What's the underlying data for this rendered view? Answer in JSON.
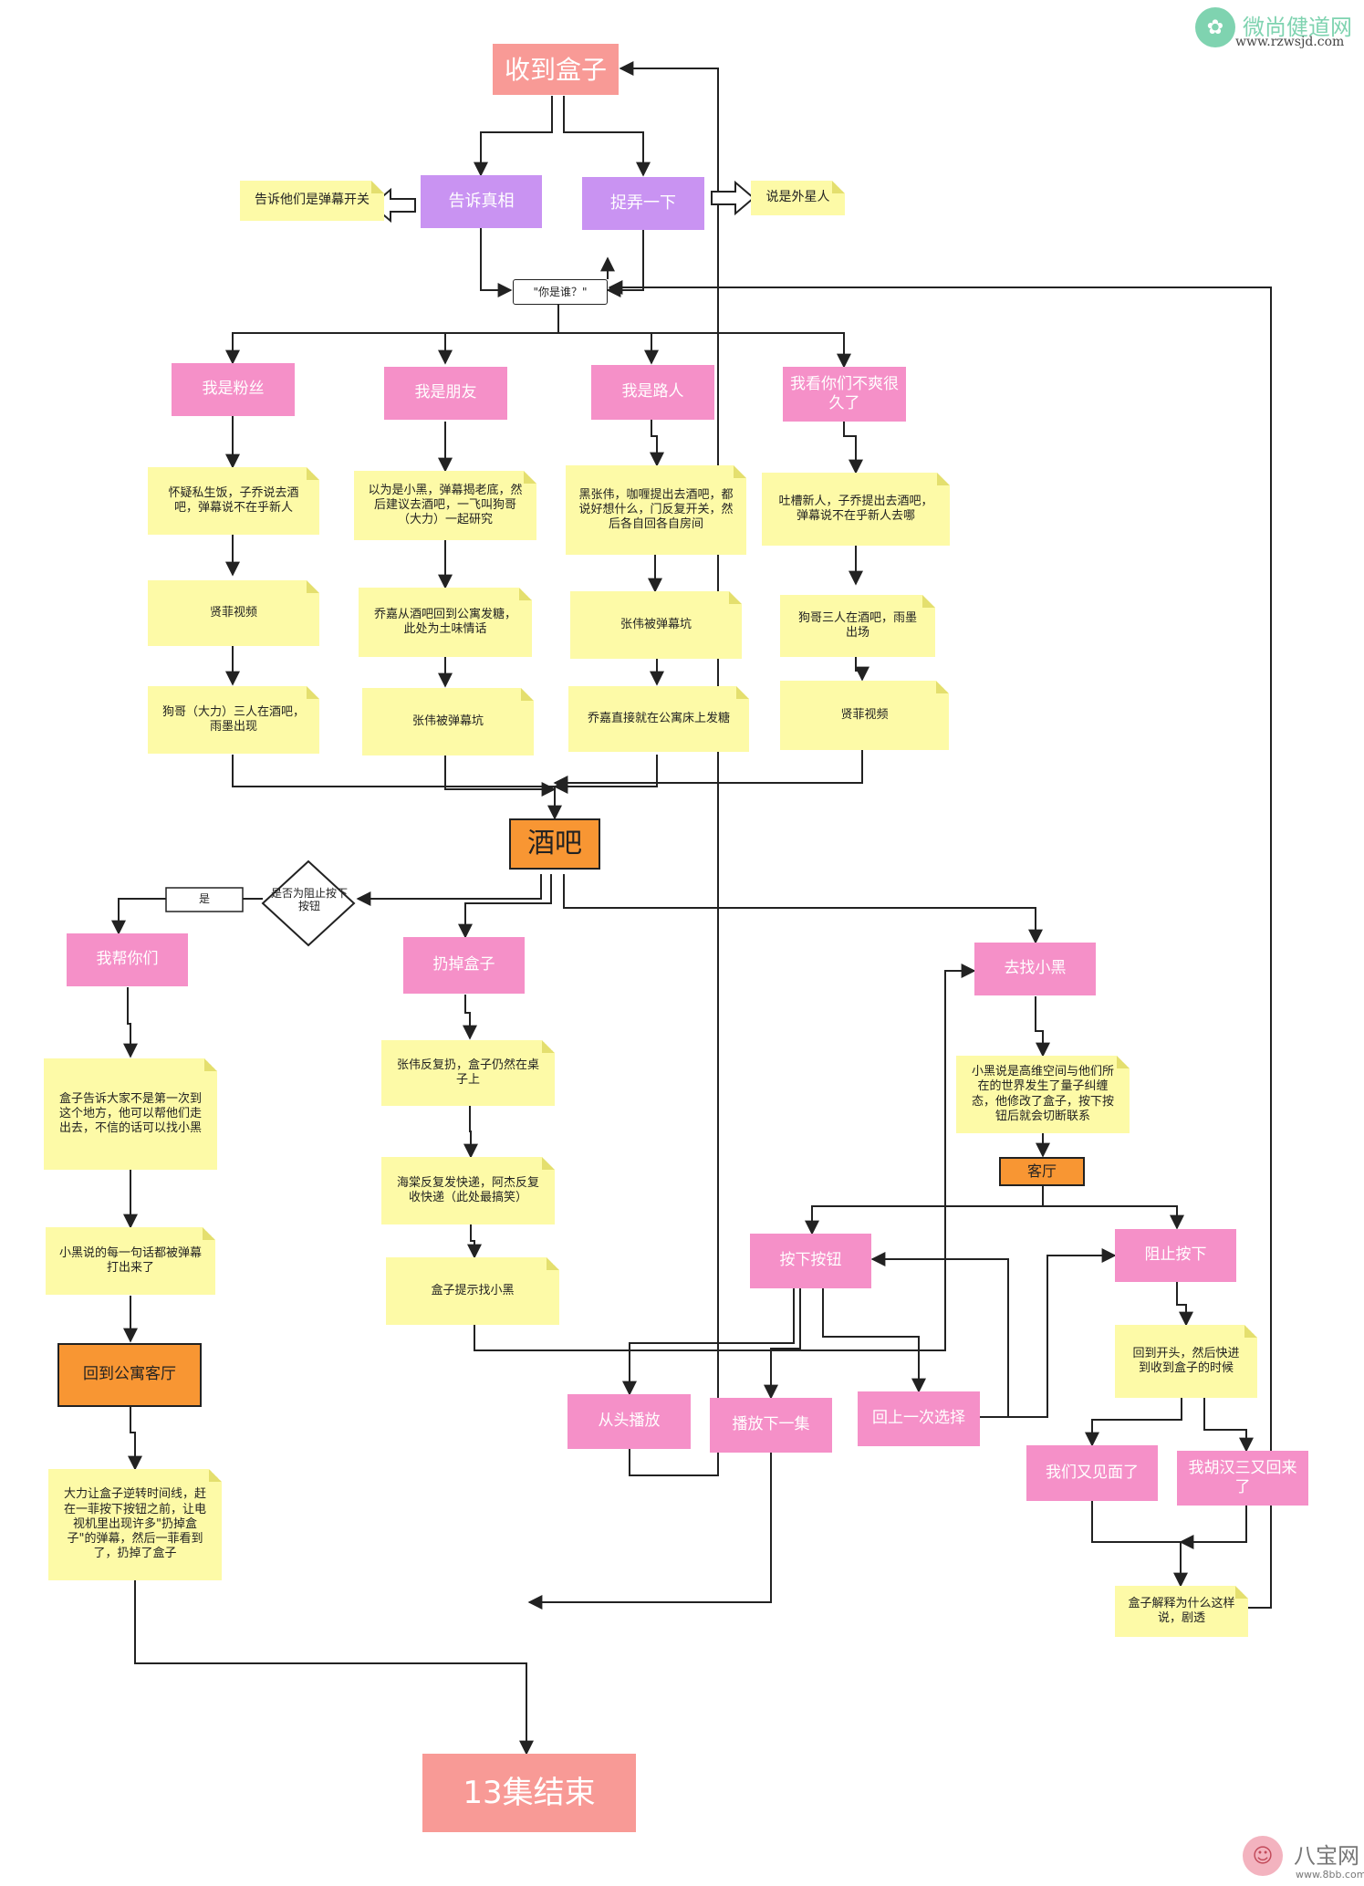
{
  "nodes": {
    "receive_box": "收到盒子",
    "tell_truth": "告诉真相",
    "tease": "捉弄一下",
    "tell_danmaku_switch": "告诉他们是弹幕开关",
    "say_alien": "说是外星人",
    "who_are_you": "\"你是谁？\"",
    "fan": "我是粉丝",
    "friend": "我是朋友",
    "passerby": "我是路人",
    "dislike": "我看你们不爽很久了",
    "fan_note1": "怀疑私生饭，子乔说去酒吧，弹幕说不在乎新人",
    "fan_note2": "贤菲视频",
    "fan_note3": "狗哥（大力）三人在酒吧，雨墨出现",
    "friend_note1": "以为是小黑，弹幕揭老底，然后建议去酒吧，一飞叫狗哥（大力）一起研究",
    "friend_note2": "乔嘉从酒吧回到公寓发糖，此处为土味情话",
    "friend_note3": "张伟被弹幕坑",
    "passer_note1": "黑张伟，咖喱提出去酒吧，都说好想什么，门反复开关，然后各自回各自房间",
    "passer_note2": "张伟被弹幕坑",
    "passer_note3": "乔嘉直接就在公寓床上发糖",
    "dislike_note1": "吐槽新人，子乔提出去酒吧，弹幕说不在乎新人去哪",
    "dislike_note2": "狗哥三人在酒吧，雨墨出场",
    "dislike_note3": "贤菲视频",
    "bar": "酒吧",
    "diamond": "是否为阻止按下按钮",
    "yes": "是",
    "help_you": "我帮你们",
    "throw_box": "扔掉盒子",
    "find_xiaohei": "去找小黑",
    "help_note1": "盒子告诉大家不是第一次到这个地方，他可以帮他们走出去，不信的话可以找小黑",
    "help_note2": "小黑说的每一句话都被弹幕打出来了",
    "back_apartment": "回到公寓客厅",
    "help_note3": "大力让盒子逆转时间线，赶在一菲按下按钮之前，让电视机里出现许多\"扔掉盒子\"的弹幕，然后一菲看到了，扔掉了盒子",
    "throw_note1": "张伟反复扔，盒子仍然在桌子上",
    "throw_note2": "海棠反复发快递，阿杰反复收快递（此处最搞笑）",
    "throw_note3": "盒子提示找小黑",
    "xiaohei_note": "小黑说是高维空间与他们所在的世界发生了量子纠缠态，他修改了盒子，按下按钮后就会切断联系",
    "living_room": "客厅",
    "press_button": "按下按钮",
    "stop_press": "阻止按下",
    "replay_start": "从头播放",
    "play_next": "播放下一集",
    "back_last": "回上一次选择",
    "back_start_note": "回到开头，然后快进到收到盒子的时候",
    "meet_again": "我们又见面了",
    "hu_yihan_back": "我胡汉三又回来了",
    "box_explain": "盒子解释为什么这样说，剧透",
    "end": "13集结束"
  },
  "watermark_top": {
    "cn": "微尚健道网",
    "url": "www.rzwsjd.com"
  },
  "watermark_bottom": {
    "cn": "八宝网",
    "url": "www.8bb.com"
  },
  "colors": {
    "salmon": "#f89a96",
    "purple": "#c993f2",
    "pink": "#f590c8",
    "orange": "#f89633",
    "note": "#fdfaa7",
    "line": "#222222"
  }
}
